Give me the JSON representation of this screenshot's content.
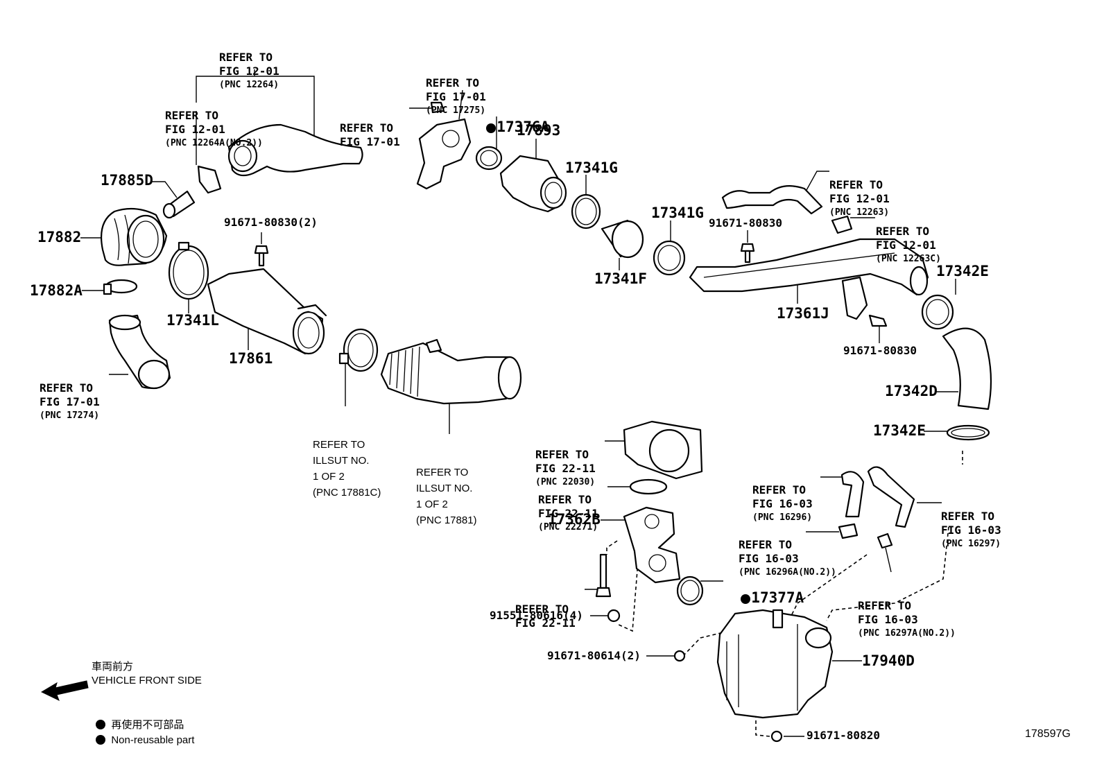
{
  "refs": {
    "r1": {
      "line1": "REFER TO",
      "line2": "FIG 12-01",
      "line3": "(PNC 12264)"
    },
    "r2": {
      "line1": "REFER TO",
      "line2": "FIG 12-01",
      "line3": "(PNC 12264A(NO.2))"
    },
    "r3": {
      "line1": "REFER TO",
      "line2": "FIG 17-01",
      "line3": "(PNC 17275)"
    },
    "r4": {
      "line1": "REFER TO",
      "line2": "FIG 17-01"
    },
    "r5": {
      "line1": "REFER TO",
      "line2": "FIG 12-01",
      "line3": "(PNC 12263)"
    },
    "r6": {
      "line1": "REFER TO",
      "line2": "FIG 12-01",
      "line3": "(PNC 12263C)"
    },
    "r7": {
      "line1": "REFER TO",
      "line2": "FIG 17-01",
      "line3": "(PNC 17274)"
    },
    "r8": {
      "line1": "REFER TO",
      "line2": "FIG 22-11",
      "line3": "(PNC 22030)"
    },
    "r9": {
      "line1": "REFER TO",
      "line2": "FIG 22-11",
      "line3": "(PNC 22271)"
    },
    "r10": {
      "line1": "REFER TO",
      "line2": "FIG 16-03",
      "line3": "(PNC 16296)"
    },
    "r11": {
      "line1": "REFER TO",
      "line2": "FIG 16-03",
      "line3": "(PNC 16297)"
    },
    "r12": {
      "line1": "REFER TO",
      "line2": "FIG 16-03",
      "line3": "(PNC 16296A(NO.2))"
    },
    "r13": {
      "line1": "REFER TO",
      "line2": "FIG 22-11"
    },
    "r14": {
      "line1": "REFER TO",
      "line2": "FIG 16-03",
      "line3": "(PNC 16297A(NO.2))"
    }
  },
  "illsut": {
    "i1": {
      "line1": "REFER TO",
      "line2": "ILLSUT NO.",
      "line3": "1 OF 2",
      "line4": "(PNC 17881C)"
    },
    "i2": {
      "line1": "REFER TO",
      "line2": "ILLSUT NO.",
      "line3": "1 OF 2",
      "line4": "(PNC 17881)"
    }
  },
  "parts": {
    "p17885D": "17885D",
    "p17882": "17882",
    "p17882A": "17882A",
    "p17341L": "17341L",
    "p17861": "17861",
    "p91671_80830_2": "91671-80830(2)",
    "p17376A": "17376A",
    "p17893": "17893",
    "p17341G_a": "17341G",
    "p17341G_b": "17341G",
    "p17341F": "17341F",
    "p91671_80830_a": "91671-80830",
    "p17361J": "17361J",
    "p17342E_a": "17342E",
    "p91671_80830_b": "91671-80830",
    "p17342D": "17342D",
    "p17342E_b": "17342E",
    "p17362B": "17362B",
    "p17377A": "17377A",
    "p91551_80616_4": "91551-80616(4)",
    "p91671_80614_2": "91671-80614(2)",
    "p17940D": "17940D",
    "p91671_80820": "91671-80820"
  },
  "legend": {
    "jp_direction": "車両前方",
    "direction": "VEHICLE FRONT SIDE",
    "jp_nonreusable": "再使用不可部品",
    "nonreusable": "Non-reusable part"
  },
  "figure_id": "178597G"
}
